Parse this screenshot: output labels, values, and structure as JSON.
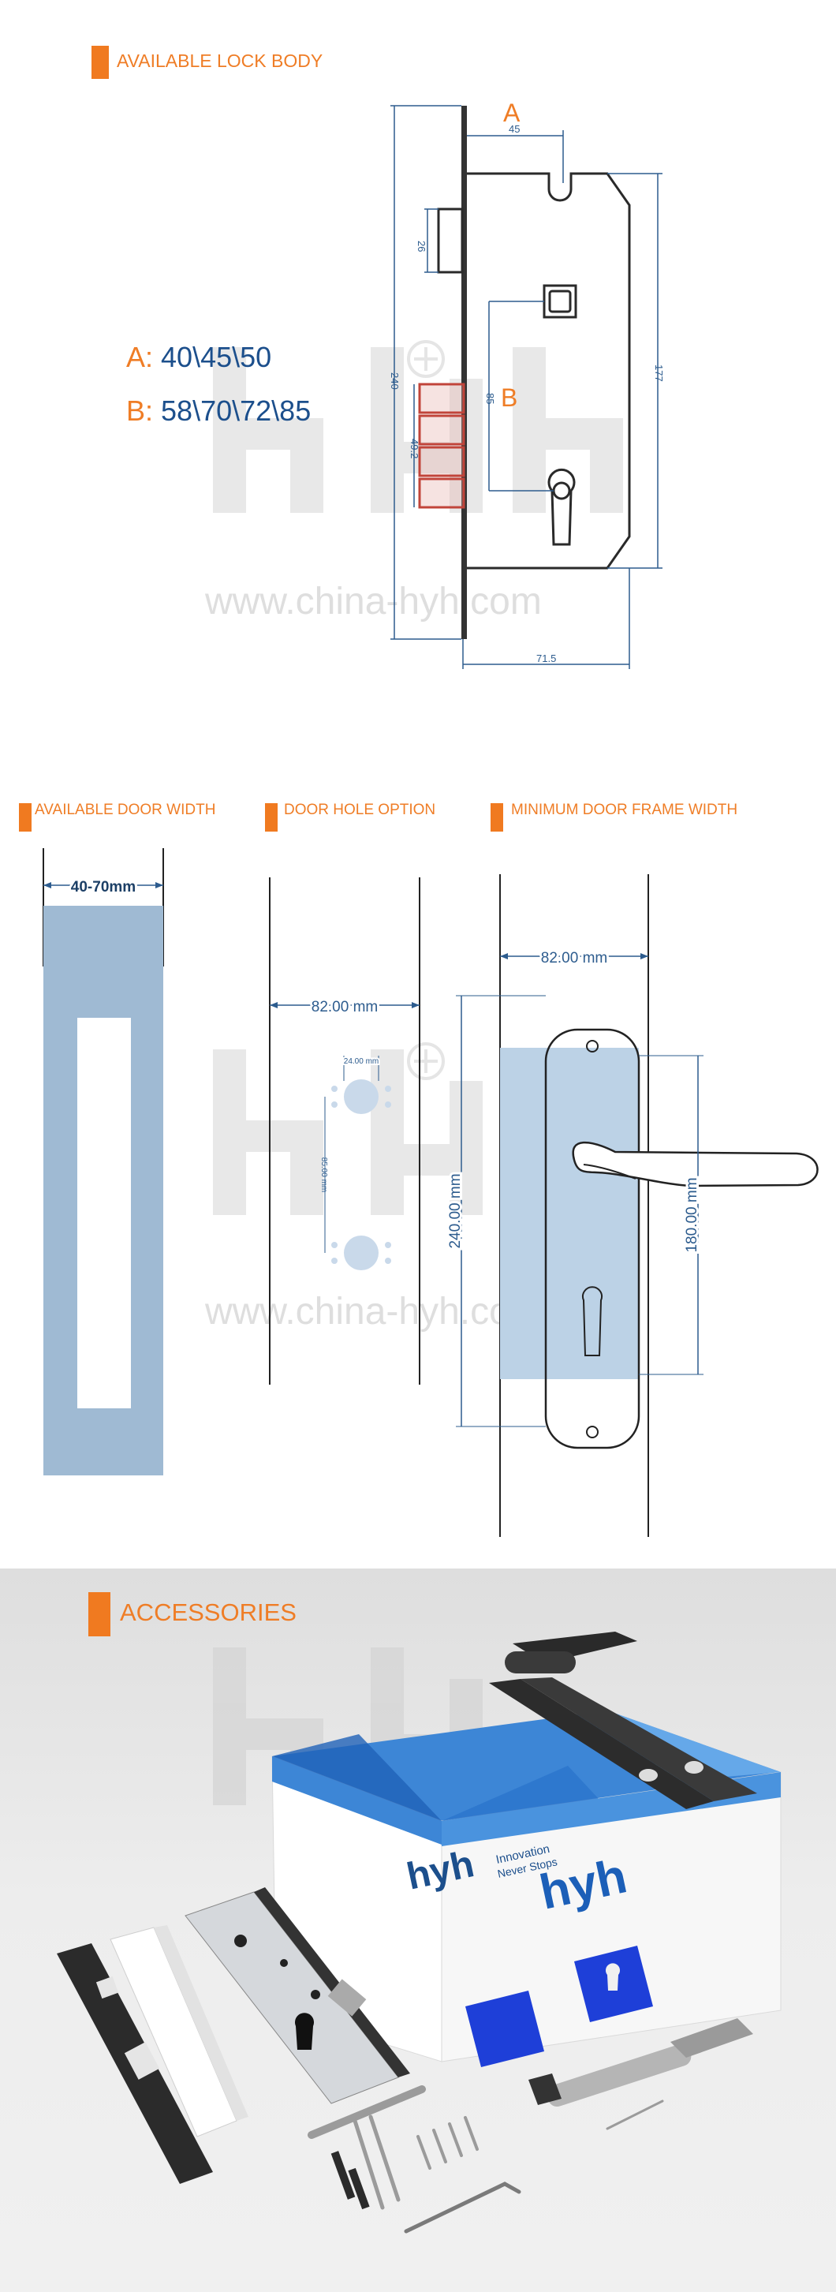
{
  "section1": {
    "title": "AVAILABLE LOCK BODY",
    "spec_a_key": "A:",
    "spec_a_values": "40\\45\\50",
    "spec_b_key": "B:",
    "spec_b_values": "58\\70\\72\\85",
    "label_a": "A",
    "label_b": "B",
    "dim_45": "45",
    "dim_26": "26",
    "dim_240": "240",
    "dim_177": "177",
    "dim_85": "85",
    "dim_49_2": "49.2",
    "dim_71_5": "71.5"
  },
  "section2": {
    "door_width": {
      "title": "AVAILABLE DOOR WIDTH",
      "dim": "40-70mm"
    },
    "door_hole": {
      "title": "DOOR HOLE OPTION",
      "dim_width": "82.00 mm",
      "dim_hole": "24.00 mm",
      "dim_spacing": "85.00 mm"
    },
    "frame_width": {
      "title": "MINIMUM DOOR FRAME WIDTH",
      "dim_width": "82.00 mm",
      "dim_height": "240.00 mm",
      "dim_handle": "180.00 mm"
    }
  },
  "section3": {
    "title": "ACCESSORIES",
    "box_tagline_1": "Innovation",
    "box_tagline_2": "Never Stops"
  },
  "watermark": {
    "logo": "hyh",
    "url": "www.china-hyh.com"
  },
  "colors": {
    "accent": "#f07a20",
    "dimension_blue": "#2d5c8e",
    "door_fill": "#9fbad3",
    "frame_fill": "#bcd2e6"
  }
}
